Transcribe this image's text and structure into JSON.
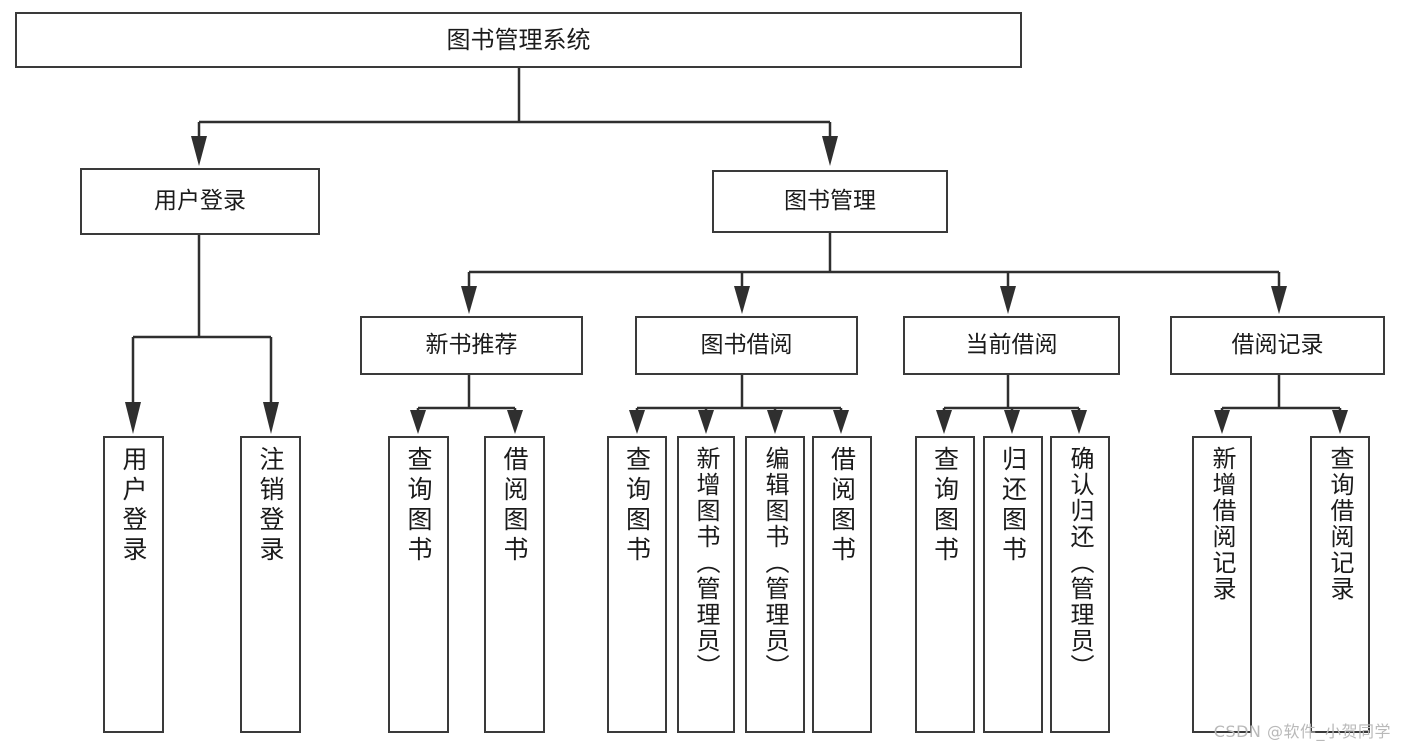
{
  "diagram": {
    "title": "图书管理系统",
    "type": "functional-decomposition-tree",
    "background_color": "#ffffff",
    "line_color": "#2f2f2f",
    "box_border_color": "#3a3a3a",
    "text_color": "#1b1b1b"
  },
  "nodes": {
    "root": {
      "label": "图书管理系统"
    },
    "level1": [
      {
        "label": "用户登录"
      },
      {
        "label": "图书管理"
      }
    ],
    "level2": [
      {
        "label": "新书推荐"
      },
      {
        "label": "图书借阅"
      },
      {
        "label": "当前借阅"
      },
      {
        "label": "借阅记录"
      }
    ],
    "leaves": {
      "user_login": [
        {
          "label": "用户登录"
        },
        {
          "label": "注销登录"
        }
      ],
      "new_book_recommend": [
        {
          "label": "查询图书"
        },
        {
          "label": "借阅图书"
        }
      ],
      "book_borrow": [
        {
          "label": "查询图书"
        },
        {
          "label": "新增图书（管理员）"
        },
        {
          "label": "编辑图书（管理员）"
        },
        {
          "label": "借阅图书"
        }
      ],
      "current_borrow": [
        {
          "label": "查询图书"
        },
        {
          "label": "归还图书"
        },
        {
          "label": "确认归还（管理员）"
        }
      ],
      "borrow_record": [
        {
          "label": "新增借阅记录"
        },
        {
          "label": "查询借阅记录"
        }
      ]
    }
  },
  "watermark": {
    "text": "CSDN @软件_小贺同学",
    "color": "#b9b9b9"
  }
}
